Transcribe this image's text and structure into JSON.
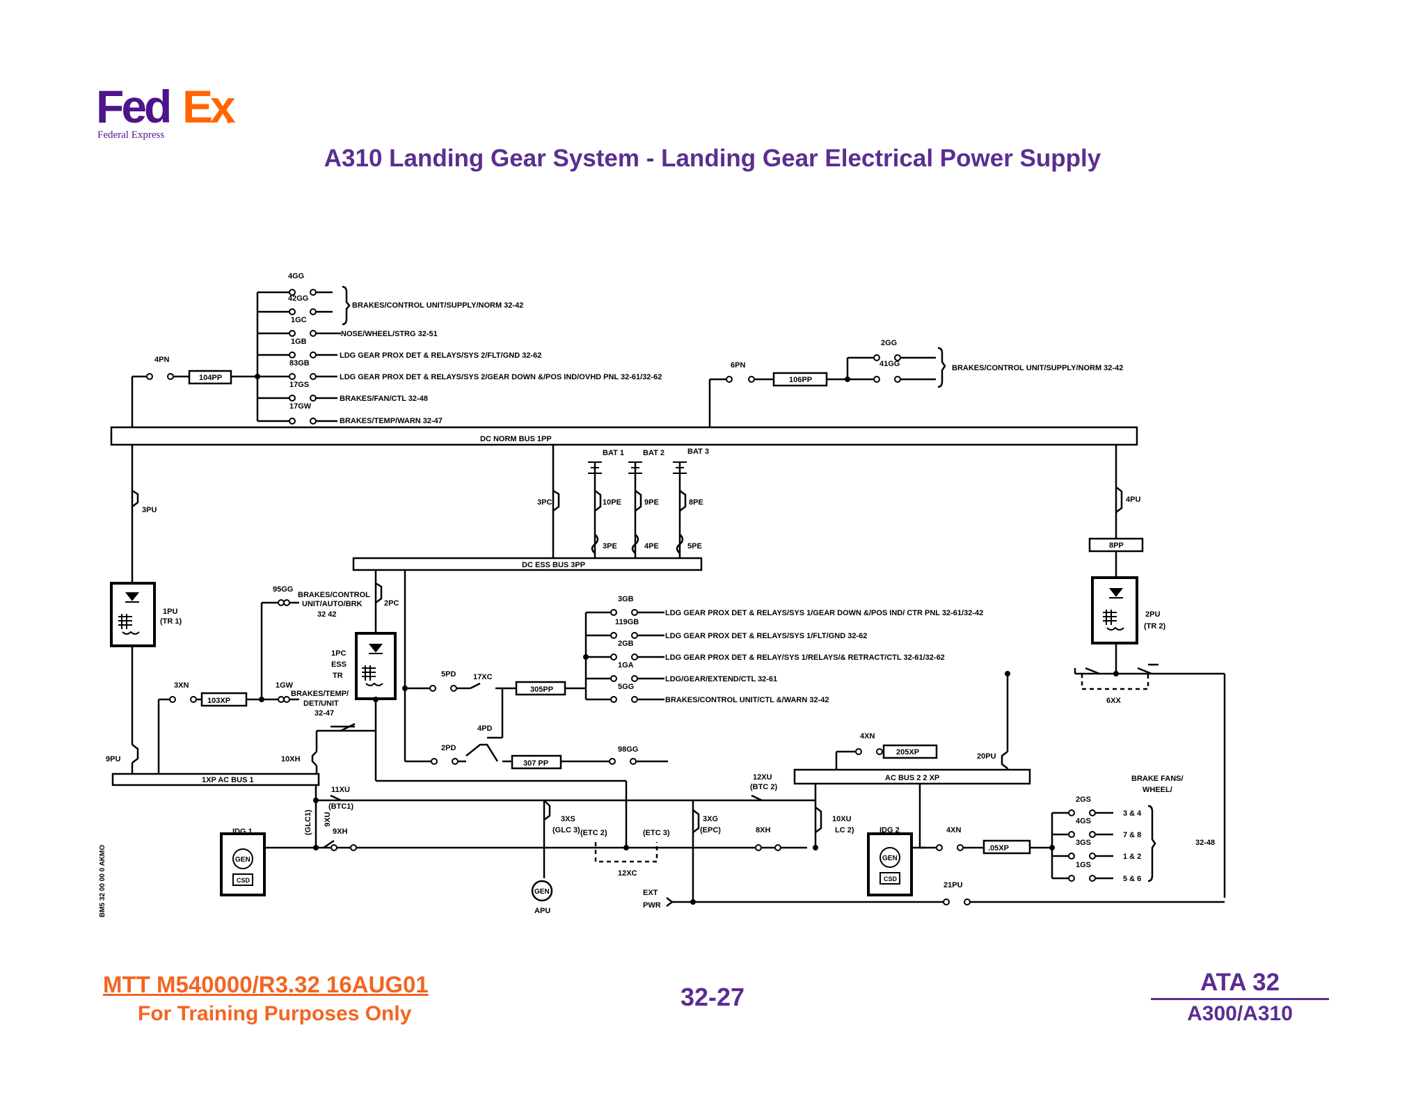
{
  "logo": {
    "wordmark_fed": "Fed",
    "wordmark_ex": "Ex",
    "subtitle": "Federal Express",
    "colors": {
      "fed": "#4d148c",
      "ex": "#ff6600"
    }
  },
  "title": "A310 Landing Gear System - Landing Gear Electrical Power Supply",
  "diagram": {
    "buses": {
      "dc_norm": "DC NORM BUS  1PP",
      "dc_ess": "DC ESS BUS  3PP",
      "ac1": "1XP AC BUS 1",
      "ac2": "AC BUS 2  2 XP"
    },
    "top_left": {
      "header": "4GG",
      "group_label": "BRAKES/CONTROL UNIT/SUPPLY/NORM 32-42",
      "breakers": [
        {
          "id": "42GG",
          "label": ""
        },
        {
          "id": "1GC",
          "label": "NOSE/WHEEL/STRG 32-51"
        },
        {
          "id": "1GB",
          "label": "LDG GEAR PROX DET & RELAYS/SYS 2/FLT/GND 32-62"
        },
        {
          "id": "83GB",
          "label": "LDG GEAR PROX DET & RELAYS/SYS 2/GEAR DOWN &/POS IND/OVHD PNL    32-61/32-62"
        },
        {
          "id": "17GS",
          "label": "BRAKES/FAN/CTL 32-48"
        },
        {
          "id": "17GW",
          "label": "BRAKES/TEMP/WARN  32-47"
        }
      ],
      "feed_cb": "4PN",
      "feed_relay": "104PP"
    },
    "top_right": {
      "feed_cb": "6PN",
      "feed_relay": "106PP",
      "breakers": [
        "2GG",
        "41GG"
      ],
      "group_label": "BRAKES/CONTROL UNIT/SUPPLY/NORM 32-42"
    },
    "batteries": {
      "labels": [
        "BAT 1",
        "BAT 2",
        "BAT 3"
      ],
      "upper_contactors": [
        "10PE",
        "9PE",
        "8PE"
      ],
      "lower_contactors": [
        "3PE",
        "4PE",
        "5PE"
      ]
    },
    "contactors": {
      "c3pc": "3PC",
      "c3pu": "3PU",
      "c4pu": "4PU",
      "r8pp": "8PP",
      "c2pc": "2PC",
      "c9pu": "9PU",
      "c10xh": "10XH",
      "c20pu": "20PU"
    },
    "transformer_rectifiers": {
      "tr1": {
        "id": "1PU",
        "name": "(TR 1)"
      },
      "tr2": {
        "id": "2PU",
        "name": "(TR 2)"
      },
      "ess": {
        "line1": "1PC",
        "line2": "ESS",
        "line3": "TR"
      }
    },
    "mid_left": {
      "cb_95gg": "95GG",
      "brakes_auto": [
        "BRAKES/CONTROL",
        "UNIT/AUTO/BRK",
        "32 42"
      ],
      "cb_3xn": "3XN",
      "relay_103xp": "103XP",
      "cb_1gw": "1GW",
      "brakes_temp": [
        "BRAKES/TEMP/",
        "DET/UNIT",
        "32-47"
      ]
    },
    "center_feeds": {
      "cb_5pd": "5PD",
      "cb_17xc": "17XC",
      "relay_305pp": "305PP",
      "cb_4pd": "4PD",
      "cb_2pd": "2PD",
      "relay_307pp": "307 PP",
      "cb_98gg": "98GG"
    },
    "mid_right": {
      "breakers": [
        {
          "id": "3GB",
          "label": "LDG GEAR PROX DET & RELAYS/SYS 1/GEAR DOWN &/POS IND/  CTR PNL  32-61/32-42"
        },
        {
          "id": "119GB",
          "label": "LDG GEAR PROX DET & RELAYS/SYS 1/FLT/GND 32-62"
        },
        {
          "id": "2GB",
          "label": "LDG GEAR PROX DET & RELAY/SYS 1/RELAYS/& RETRACT/CTL 32-61/32-62"
        },
        {
          "id": "1GA",
          "label": "LDG/GEAR/EXTEND/CTL    32-61"
        },
        {
          "id": "5GG",
          "label": "BRAKES/CONTROL UNIT/CTL &/WARN 32-42"
        }
      ]
    },
    "ac_area": {
      "c6xx": "6XX",
      "cb_4xn_top": "4XN",
      "relay_205xp": "205XP",
      "brake_fans": [
        "BRAKE FANS/",
        "WHEEL/"
      ],
      "fan_breakers": [
        "2GS",
        "4GS",
        "3GS",
        "1GS"
      ],
      "fan_wheels": [
        "3 & 4",
        "7 & 8",
        "1 & 2",
        "5 & 6"
      ],
      "fan_ref": "32-48",
      "cb_4xn": "4XN",
      "relay_205xp_low": ".05XP",
      "cb_21pu": "21PU"
    },
    "generation": {
      "idg1": "IDG 1",
      "idg2": "IDG 2",
      "gen": "GEN",
      "csd": "CSD",
      "apu": "APU",
      "c11xu": "11XU",
      "btc1": "(BTC1)",
      "glc1": "(GLC1)",
      "c9xu": "9XU",
      "c9xh": "9XH",
      "c3xs": "3XS",
      "glc3": "(GLC 3)",
      "etc2": "(ETC 2)",
      "etc3": "(ETC 3)",
      "c12xc": "12XC",
      "c3xg": "3XG",
      "epc": "(EPC)",
      "c8xh": "8XH",
      "c12xu": "12XU",
      "btc2": "(BTC 2)",
      "c10xu": "10XU",
      "lc2": "LC 2)",
      "ext_pwr_1": "EXT",
      "ext_pwr_2": "PWR"
    },
    "side_ref": "BM5 32 00 00 0 AKMO"
  },
  "footer": {
    "doc": "MTT M540000/R3.32 16AUG01",
    "note": "For Training Purposes Only",
    "page": "32-27",
    "ata": "ATA 32",
    "model": "A300/A310"
  }
}
